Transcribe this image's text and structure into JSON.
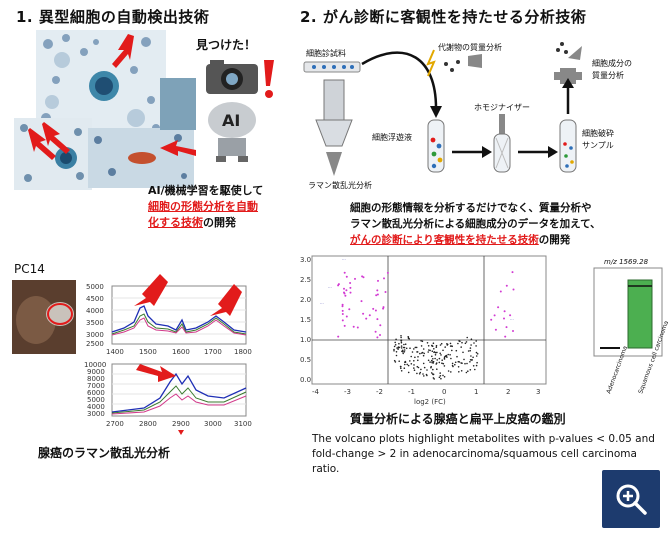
{
  "left_section": {
    "title": "1. 異型細胞の自動検出技術",
    "callout": "見つけた！",
    "robot_label": "AI",
    "caption_line1": "AI/機械学習を駆使して",
    "caption_red1": "細胞の形態分析を自動",
    "caption_red2": "化する技術",
    "caption_tail": "の開発"
  },
  "right_section": {
    "title": "2. がん診断に客観性を持たせる分析技術",
    "labels": {
      "sample": "細胞診試料",
      "metabolite": "代謝物の質量分析",
      "component_1": "細胞成分の",
      "component_2": "質量分析",
      "homogenizer": "ホモジナイザー",
      "suspension": "細胞浮遊液",
      "broken_1": "細胞破砕",
      "broken_2": "サンプル",
      "raman": "ラマン散乱光分析"
    },
    "caption_line1": "細胞の形態情報を分析するだけでなく、質量分析や",
    "caption_line2": "ラマン散乱光分析による細胞成分のデータを加えて、",
    "caption_red": "がんの診断により客観性を持たせる技術",
    "caption_tail": "の開発"
  },
  "raman": {
    "cell_label": "PC14",
    "caption": "腺癌のラマン散乱光分析",
    "top_plot": {
      "x_ticks": [
        "1400",
        "1500",
        "1600",
        "1700",
        "1800"
      ],
      "y_ticks": [
        "5000",
        "4500",
        "4000",
        "3500",
        "3000",
        "2500"
      ]
    },
    "bottom_plot": {
      "x_ticks": [
        "2700",
        "2800",
        "2900",
        "3000",
        "3100"
      ],
      "y_ticks": [
        "10000",
        "9000",
        "8000",
        "7000",
        "6000",
        "5000",
        "4000",
        "3000"
      ]
    }
  },
  "volcano": {
    "caption": "質量分析による腺癌と扁平上皮癌の鑑別",
    "x_ticks": [
      "-4",
      "-3",
      "-2",
      "-1",
      "0",
      "1",
      "2",
      "3"
    ],
    "y_ticks": [
      "3.0",
      "2.5",
      "2.0",
      "1.5",
      "1.0",
      "0.5",
      "0.0"
    ],
    "xlabel": "log2 (FC)",
    "boxplot_title": "m/z 1569.28",
    "box_labels": [
      "Adenocarcinoma",
      "Squamous cell carcinoma"
    ],
    "description_line1": "The volcano plots highlight metabolites with p-values < 0.05 and",
    "description_line2": "fold-change > 2 in adenocarcinoma/squamous cell carcinoma ratio."
  },
  "zoom_button": {
    "icon": "zoom-in-icon"
  }
}
